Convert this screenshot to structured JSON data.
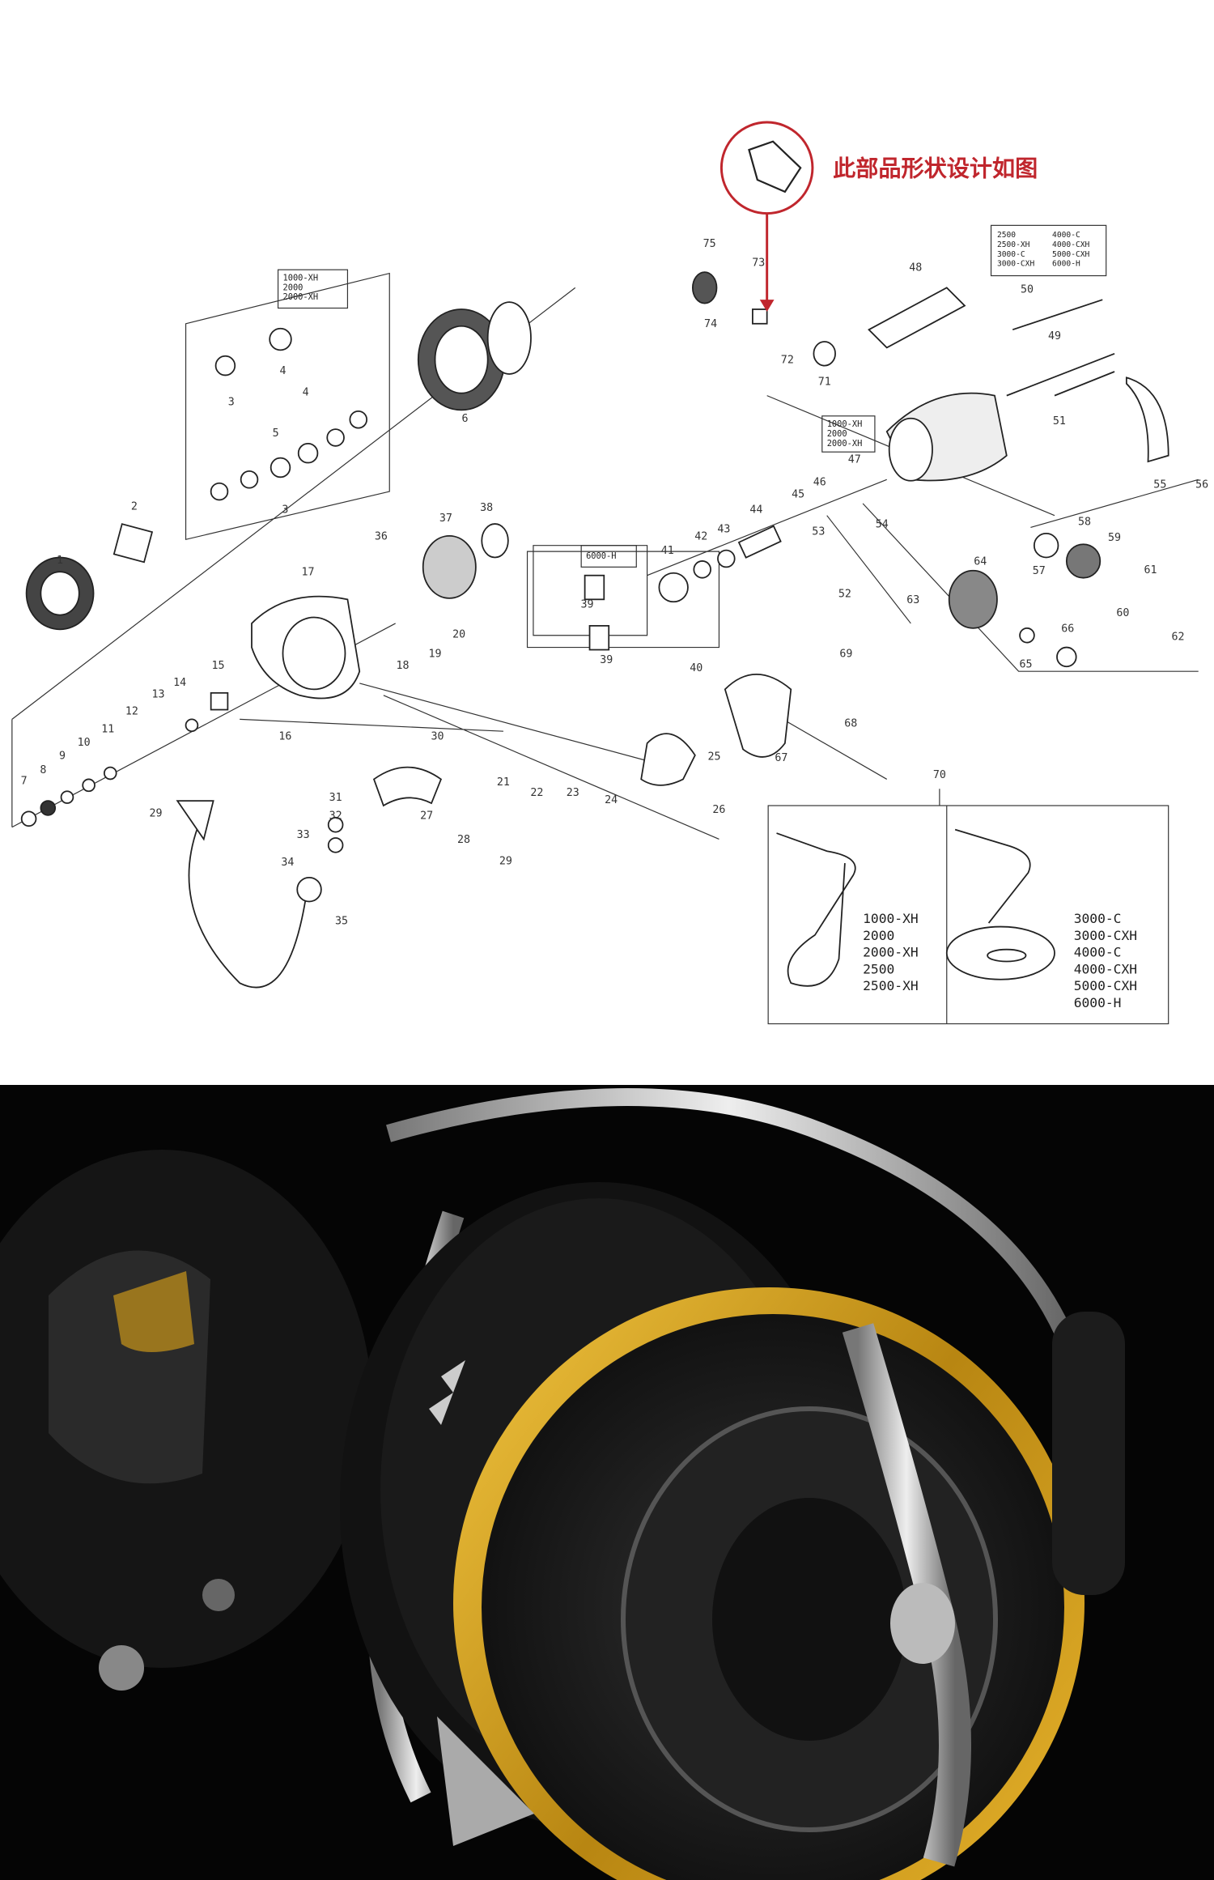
{
  "callout": {
    "text": "此部品形状设计如图",
    "color": "#c0262d",
    "points_to_part": "73"
  },
  "parts": [
    "1",
    "2",
    "3",
    "3",
    "4",
    "4",
    "5",
    "6",
    "7",
    "8",
    "9",
    "10",
    "11",
    "12",
    "13",
    "14",
    "15",
    "16",
    "17",
    "18",
    "19",
    "20",
    "21",
    "22",
    "23",
    "24",
    "25",
    "26",
    "27",
    "28",
    "29",
    "29",
    "30",
    "31",
    "32",
    "33",
    "34",
    "35",
    "36",
    "37",
    "38",
    "39",
    "39",
    "40",
    "41",
    "42",
    "43",
    "44",
    "45",
    "46",
    "47",
    "48",
    "49",
    "50",
    "51",
    "52",
    "53",
    "54",
    "55",
    "56",
    "57",
    "58",
    "59",
    "60",
    "61",
    "62",
    "63",
    "64",
    "65",
    "66",
    "67",
    "68",
    "69",
    "70",
    "71",
    "72",
    "73",
    "74",
    "75"
  ],
  "model_boxes": {
    "spool_box": [
      "1000-XH",
      "2000",
      "2000-XH"
    ],
    "part39_box": [
      "6000-H"
    ],
    "part47_box": [
      "1000-XH",
      "2000",
      "2000-XH"
    ],
    "bail_box": [
      "2500",
      "4000-C",
      "2500-XH",
      "4000-CXH",
      "3000-C",
      "5000-CXH",
      "3000-CXH",
      "6000-H"
    ]
  },
  "handle_box": {
    "part": "70",
    "left_models": [
      "1000-XH",
      "2000",
      "2000-XH",
      "2500",
      "2500-XH"
    ],
    "right_models": [
      "3000-C",
      "3000-CXH",
      "4000-C",
      "4000-CXH",
      "5000-CXH",
      "6000-H"
    ]
  },
  "photo": {
    "accent_gold": "#d4a21a",
    "background": "#050505"
  }
}
